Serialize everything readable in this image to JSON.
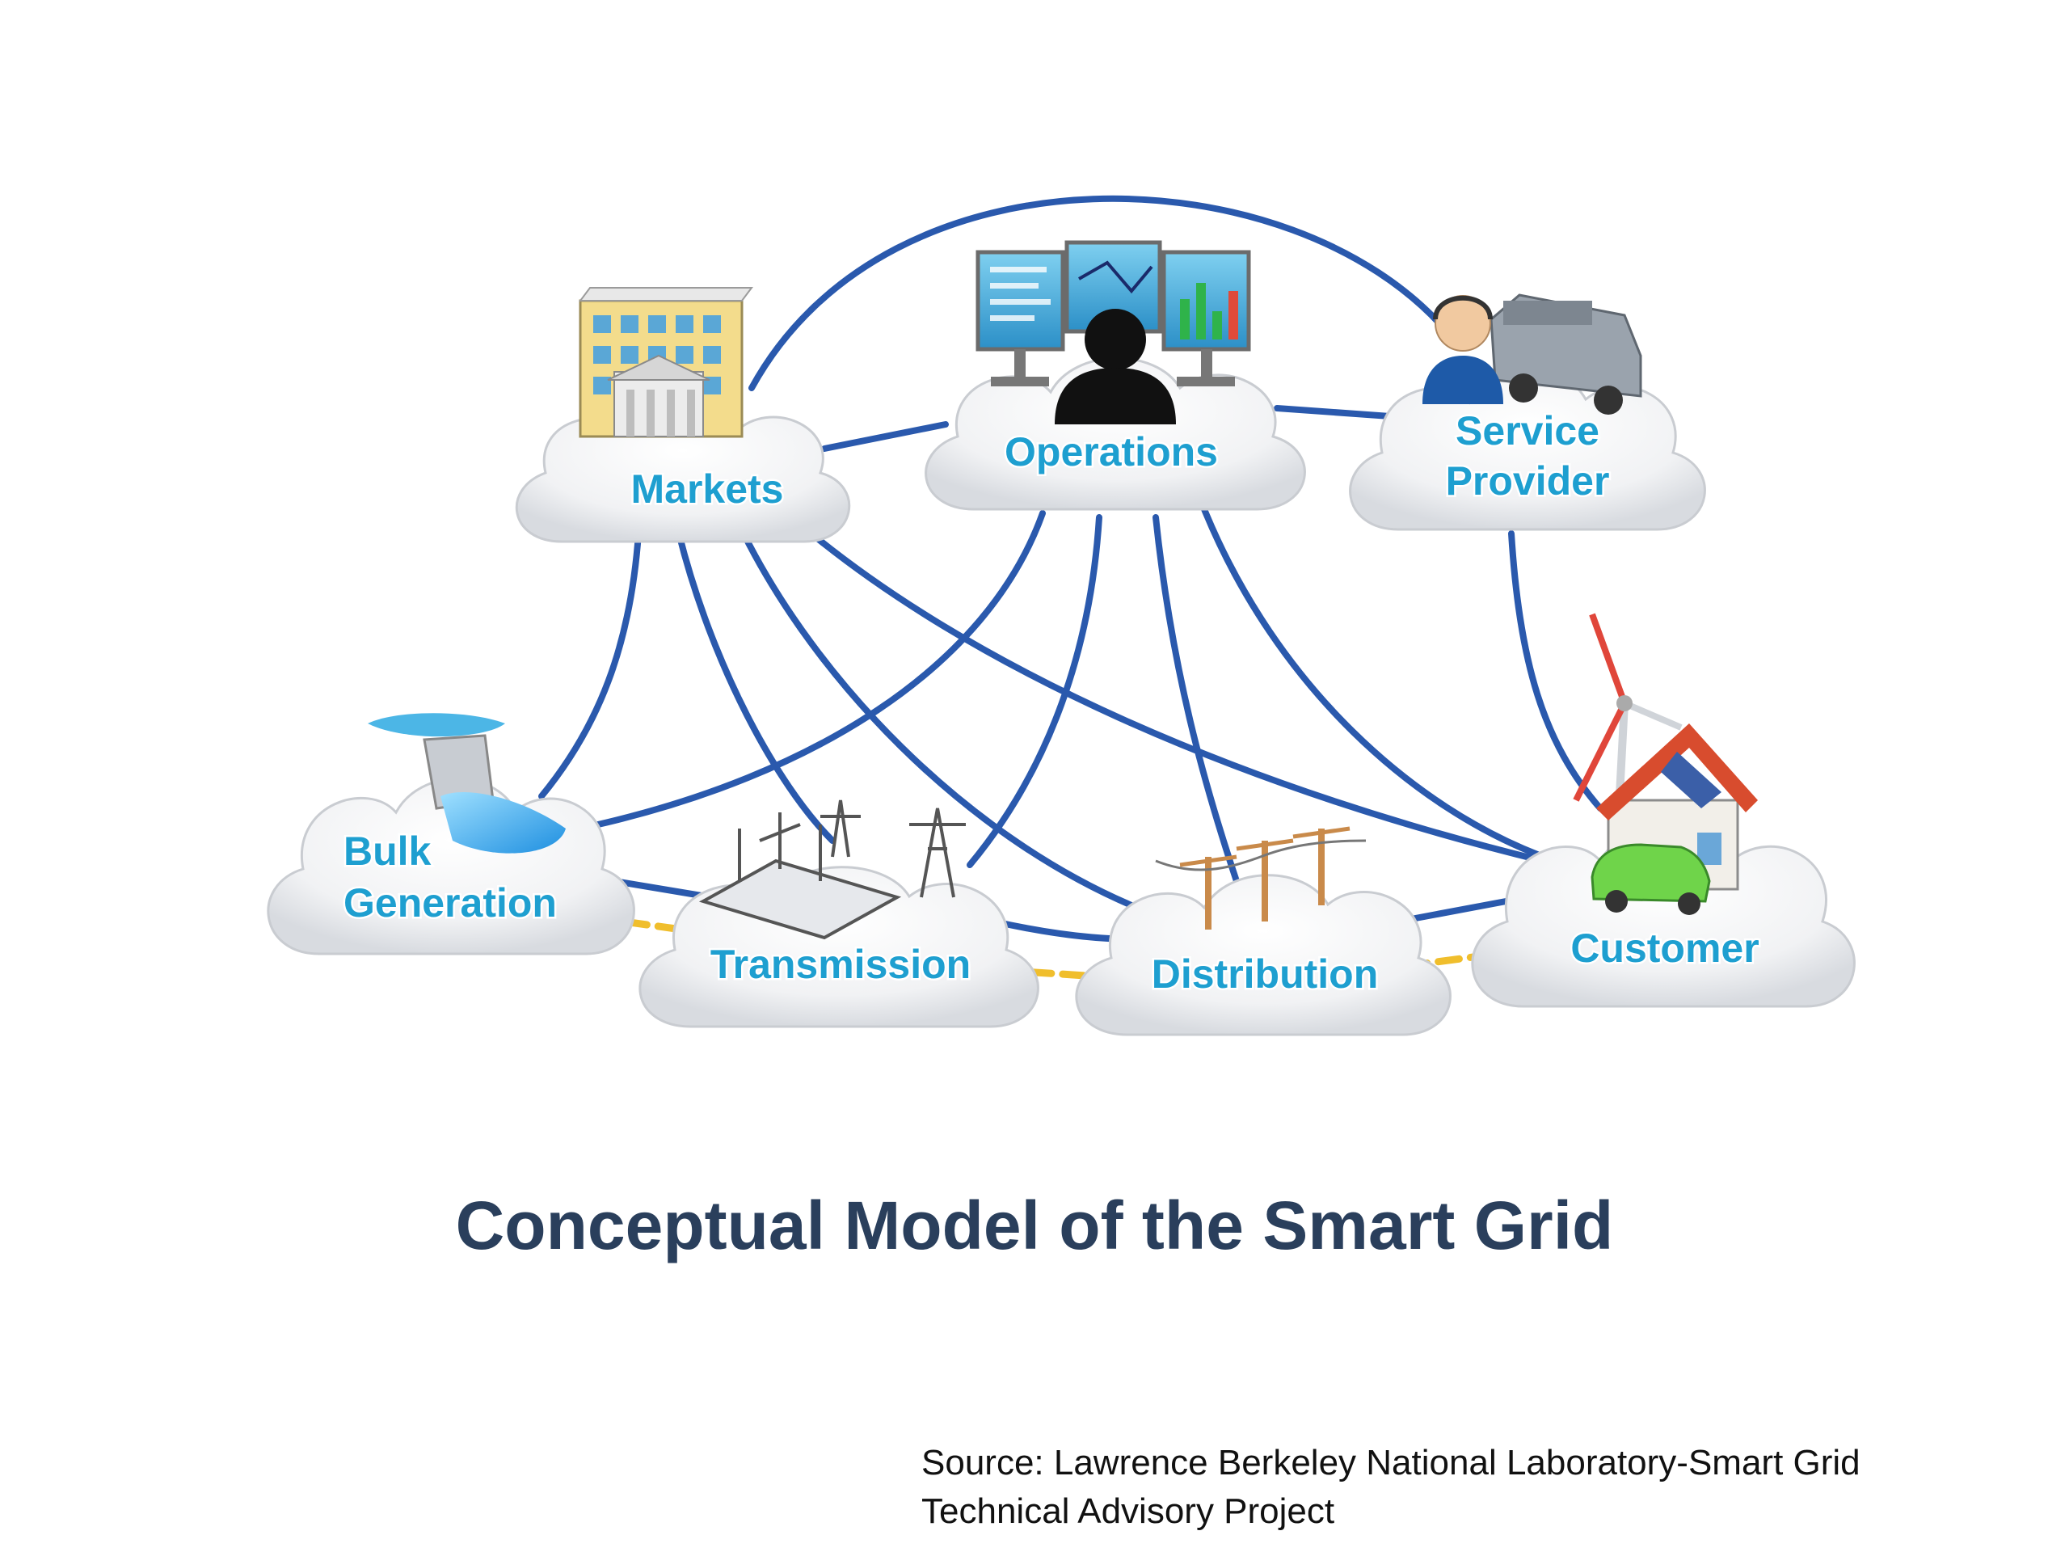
{
  "title": "Conceptual Model of the Smart Grid",
  "source_line1": "Source: Lawrence Berkeley National Laboratory-Smart Grid",
  "source_line2": "Technical Advisory Project",
  "nodes": {
    "markets": "Markets",
    "operations": "Operations",
    "service_provider_1": "Service",
    "service_provider_2": "Provider",
    "bulk_generation_1": "Bulk",
    "bulk_generation_2": "Generation",
    "transmission": "Transmission",
    "distribution": "Distribution",
    "customer": "Customer"
  },
  "colors": {
    "link": "#2a59ad",
    "power_flow": "#f0be2c",
    "label": "#1e9fd0",
    "title": "#2a3f5c"
  }
}
